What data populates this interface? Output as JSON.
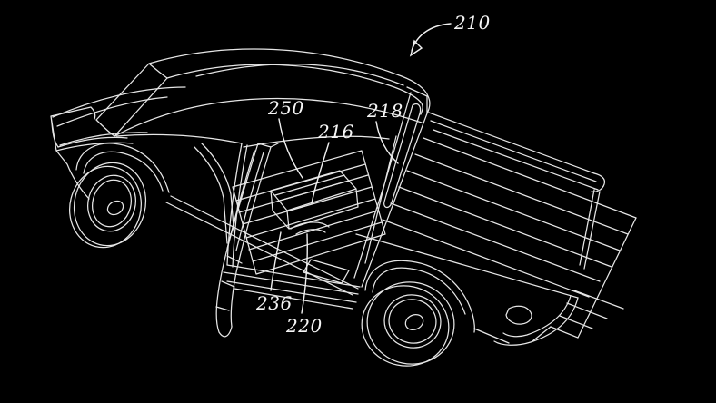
{
  "figure": {
    "subject": "pickup-truck-patent-line-drawing",
    "background_color": "#000000",
    "line_color": "#e6e6e6",
    "label_color": "#f5f5f5",
    "ref_labels": [
      {
        "id": "vehicle",
        "text": "210"
      },
      {
        "id": "interior-floor",
        "text": "250"
      },
      {
        "id": "floor-console",
        "text": "216"
      },
      {
        "id": "rear-pillar",
        "text": "218"
      },
      {
        "id": "door-sill",
        "text": "236"
      },
      {
        "id": "sill-lower",
        "text": "220"
      }
    ]
  }
}
